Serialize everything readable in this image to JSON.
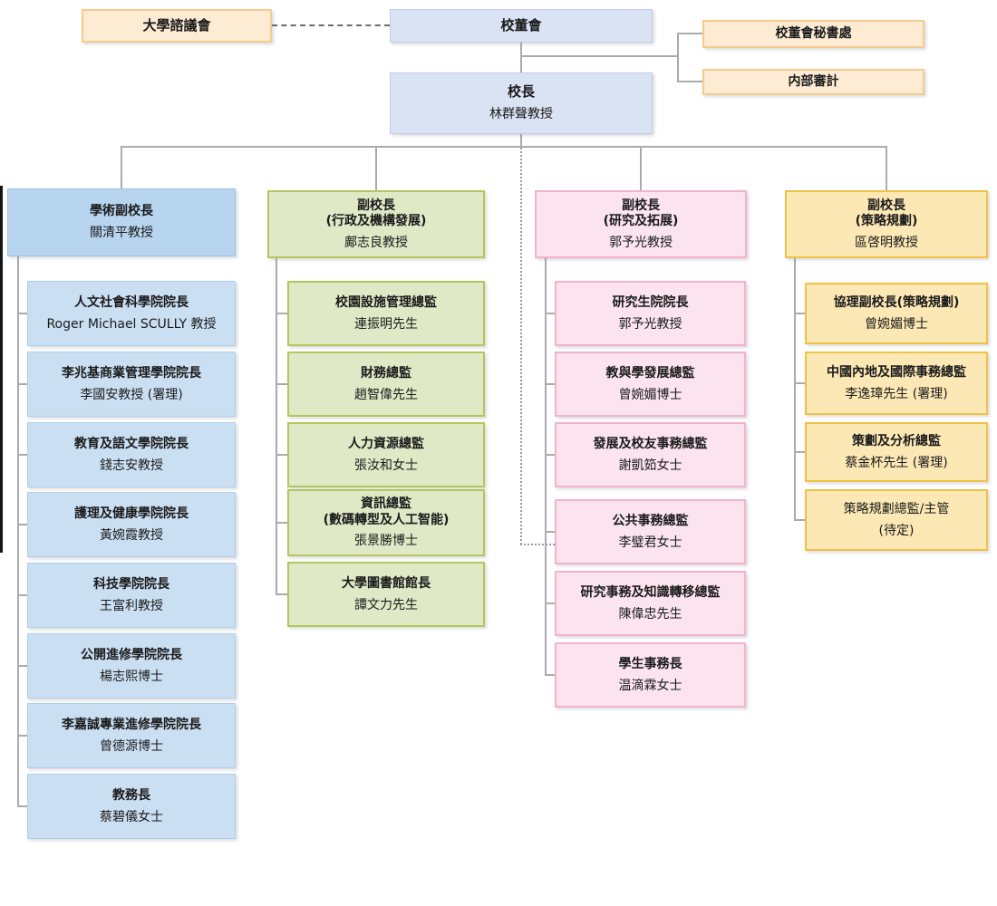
{
  "palette": {
    "orange_fill": "#FDEBD3",
    "orange_border": "#F5CA8D",
    "lavender_fill": "#DAE3F3",
    "lavender_border": "#C1CBE8",
    "blue_header_fill": "#B7D5EE",
    "blue_item_fill": "#CBDFF3",
    "blue_border": "#9DC3E6",
    "green_fill": "#DFE9C6",
    "green_border": "#B2C75D",
    "pink_fill": "#FBE4ED",
    "pink_border": "#F3B2CE",
    "gold_fill": "#FCE8B4",
    "gold_border": "#EFC145",
    "connector_line": "#ABABAB"
  },
  "top": {
    "advisory": "大學諮議會",
    "council": "校董會",
    "secretariat": "校董會秘書處",
    "audit": "内部審計",
    "president_title": "校長",
    "president_name": "林群聲教授"
  },
  "columns": [
    {
      "header": {
        "title": "學術副校長",
        "name": "關清平教授"
      },
      "items": [
        {
          "title": "人文社會科學院院長",
          "name": "Roger Michael SCULLY 教授"
        },
        {
          "title": "李兆基商業管理學院院長",
          "name": "李國安教授 (署理)"
        },
        {
          "title": "教育及語文學院院長",
          "name": "錢志安教授"
        },
        {
          "title": "護理及健康學院院長",
          "name": "黃婉霞教授"
        },
        {
          "title": "科技學院院長",
          "name": "王富利教授"
        },
        {
          "title": "公開進修學院院長",
          "name": "楊志熙博士"
        },
        {
          "title": "李嘉誠專業進修學院院長",
          "name": "曾德源博士"
        },
        {
          "title": "教務長",
          "name": "蔡碧儀女士"
        }
      ]
    },
    {
      "header": {
        "title": "副校長",
        "subtitle": "(行政及機構發展)",
        "name": "鄺志良教授"
      },
      "items": [
        {
          "title": "校園設施管理總監",
          "name": "連振明先生"
        },
        {
          "title": "財務總監",
          "name": "趙智偉先生"
        },
        {
          "title": "人力資源總監",
          "name": "張汝和女士"
        },
        {
          "title": "資訊總監",
          "subtitle": "(數碼轉型及人工智能)",
          "name": "張景勝博士"
        },
        {
          "title": "大學圖書館館長",
          "name": "譚文力先生"
        }
      ]
    },
    {
      "header": {
        "title": "副校長",
        "subtitle": "(研究及拓展)",
        "name": "郭予光教授"
      },
      "items": [
        {
          "title": "研究生院院長",
          "name": "郭予光教授"
        },
        {
          "title": "教與學發展總監",
          "name": "曾婉媚博士"
        },
        {
          "title": "發展及校友事務總監",
          "name": "謝凱筎女士"
        },
        {
          "title": "公共事務總監",
          "name": "李璧君女士"
        },
        {
          "title": "研究事務及知識轉移總監",
          "name": "陳偉忠先生"
        },
        {
          "title": "學生事務長",
          "name": "温滴霖女士"
        }
      ]
    },
    {
      "header": {
        "title": "副校長",
        "subtitle": "(策略規劃)",
        "name": "區啓明教授"
      },
      "items": [
        {
          "title": "協理副校長(策略規劃)",
          "name": "曾婉媚博士"
        },
        {
          "title": "中國內地及國際事務總監",
          "name": "李逸璋先生 (署理)"
        },
        {
          "title": "策劃及分析總監",
          "name": "蔡金杯先生 (署理)"
        },
        {
          "title": "策略規劃總監/主管",
          "name": "(待定)"
        }
      ]
    }
  ]
}
